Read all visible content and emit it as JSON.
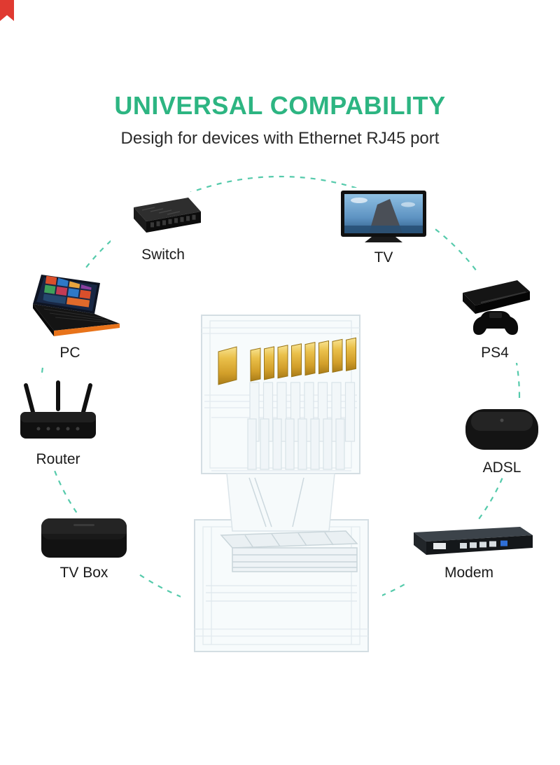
{
  "header": {
    "title": "UNIVERSAL COMPABILITY",
    "subtitle": "Desigh for devices with Ethernet RJ45 port",
    "title_color": "#2db582",
    "subtitle_color": "#2b2b2b"
  },
  "corner_ribbon": {
    "color": "#e03a31"
  },
  "circle": {
    "color": "#4cc7a7",
    "style": "dashed"
  },
  "connector": {
    "type": "RJ45 connector plug",
    "pin_count": 8,
    "pin_color": "#e0b43a",
    "body": "transparent"
  },
  "devices": {
    "switch": {
      "label": "Switch"
    },
    "tv": {
      "label": "TV"
    },
    "pc": {
      "label": "PC"
    },
    "ps4": {
      "label": "PS4"
    },
    "router": {
      "label": "Router"
    },
    "adsl": {
      "label": "ADSL"
    },
    "tvbox": {
      "label": "TV Box"
    },
    "modem": {
      "label": "Modem"
    }
  }
}
